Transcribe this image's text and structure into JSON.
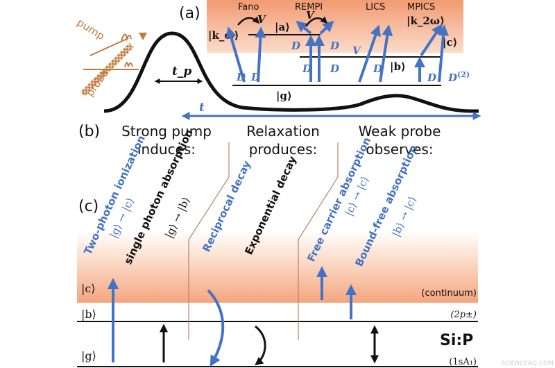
{
  "panels": {
    "a": "(a)",
    "b": "(b)",
    "c": "(c)"
  },
  "panel_a": {
    "process_labels": [
      "Fano",
      "REMPI",
      "LICS",
      "MPICS"
    ],
    "state_k_omega": "|k_ω⟩",
    "state_a": "|a⟩",
    "state_k_2omega": "|k_2ω⟩",
    "state_c": "|c⟩",
    "state_b": "|b⟩",
    "state_g": "|g⟩",
    "coupling_V": "V",
    "dipole_D": "D",
    "dipole_D2_base": "D",
    "dipole_D2_sup": "(2)",
    "pulse_width": "t_p",
    "time_axis": "t",
    "pump_label": "pump",
    "probe_label": "probe"
  },
  "panel_b": {
    "col1_line1": "Strong pump",
    "col1_line2": "induces:",
    "col2_line1": "Relaxation",
    "col2_line2": "produces:",
    "col3_line1": "Weak probe",
    "col3_line2": "observes:"
  },
  "panel_c": {
    "two_photon": "Two-photon ionization",
    "two_photon_trans": "|g⟩ → |c⟩",
    "single_photon": "single photon absorption",
    "single_photon_trans": "|g⟩ → |b⟩",
    "reciprocal": "Reciprocal decay",
    "exponential": "Exponential decay",
    "free_carrier": "Free carrier absorption",
    "free_carrier_trans": "|c⟩ → |c⟩",
    "bound_free": "Bound-free absorption",
    "bound_free_trans": "|b⟩ → |c⟩",
    "level_c": "|c⟩",
    "level_b": "|b⟩",
    "level_g": "|g⟩",
    "continuum": "(continuum)",
    "level_2p": "(2p±)",
    "level_1s": "(1sA₁)",
    "material": "Si:P"
  },
  "watermark": "SCIENCEAQ.COM",
  "colors": {
    "blue": "#4472c4",
    "continuum_peach": "#f5b08a",
    "probe_brown": "#c07a3a",
    "divider_brown": "#b9806a"
  }
}
